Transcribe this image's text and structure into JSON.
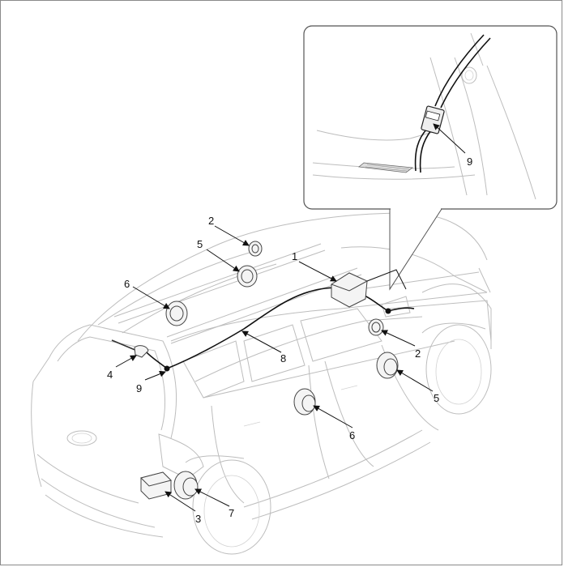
{
  "callouts": {
    "c1": "1",
    "c2a": "2",
    "c2b": "2",
    "c3": "3",
    "c4": "4",
    "c5a": "5",
    "c5b": "5",
    "c6a": "6",
    "c6b": "6",
    "c7": "7",
    "c8": "8",
    "c9a": "9",
    "c9b": "9"
  },
  "parts": [
    "1",
    "2",
    "3",
    "4",
    "5",
    "6",
    "7",
    "8",
    "9"
  ]
}
